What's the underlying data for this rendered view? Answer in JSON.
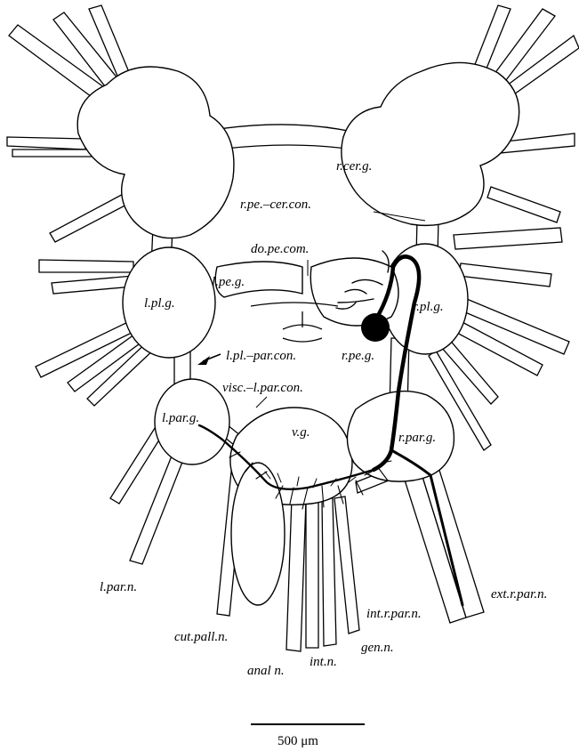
{
  "labels": {
    "r_cer_g": "r.cer.g.",
    "r_pe_cer_con": "r.pe.–cer.con.",
    "do_pe_com": "do.pe.com.",
    "l_pe_g": "l.pe.g.",
    "l_pl_g": "l.pl.g.",
    "r_pl_g": "r.pl.g.",
    "l_pl_par_con": "l.pl.–par.con.",
    "r_pe_g": "r.pe.g.",
    "visc_l_par_con": "visc.–l.par.con.",
    "l_par_g": "l.par.g.",
    "v_g": "v.g.",
    "r_par_g": "r.par.g.",
    "l_par_n": "l.par.n.",
    "ext_r_par_n": "ext.r.par.n.",
    "int_r_par_n": "int.r.par.n.",
    "cut_pall_n": "cut.pall.n.",
    "gen_n": "gen.n.",
    "anal_n": "anal n.",
    "int_n": "int.n."
  },
  "scale_bar": {
    "label": "500 μm"
  }
}
